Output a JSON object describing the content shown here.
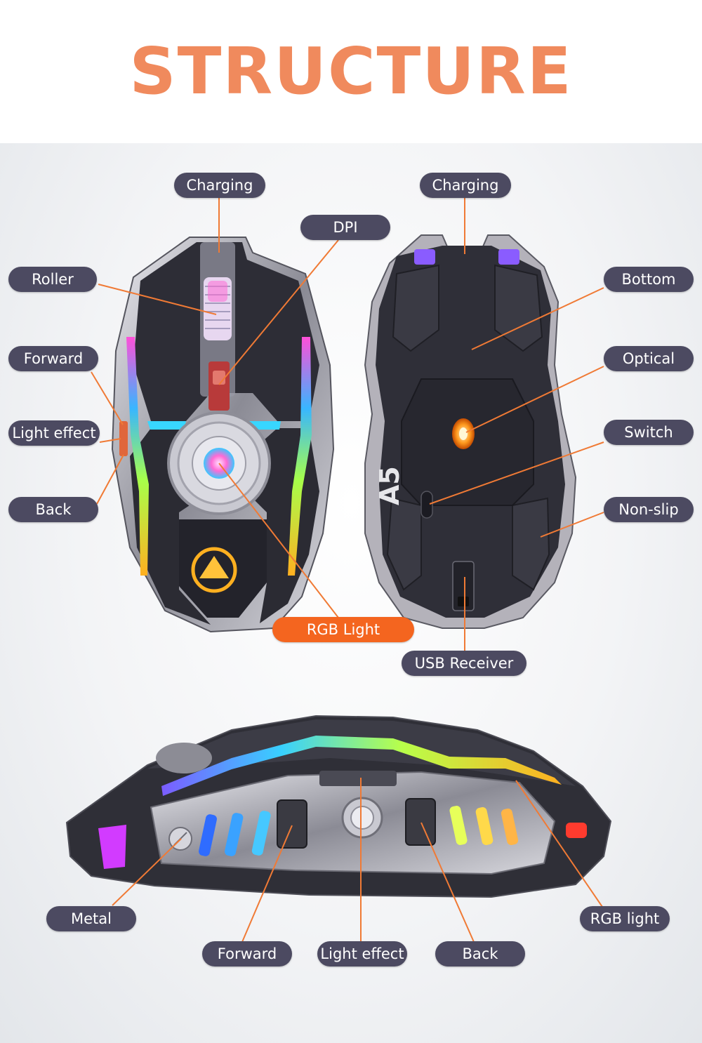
{
  "title": "STRUCTURE",
  "top_view": {
    "labels": {
      "charging": "Charging",
      "dpi": "DPI",
      "roller": "Roller",
      "forward": "Forward",
      "light_effect": "Light effect",
      "back": "Back",
      "rgb_light": "RGB Light"
    }
  },
  "bottom_view": {
    "labels": {
      "charging": "Charging",
      "bottom": "Bottom",
      "optical": "Optical",
      "switch": "Switch",
      "non_slip": "Non-slip",
      "usb_receiver": "USB Receiver"
    },
    "model_text": "A5"
  },
  "side_view": {
    "labels": {
      "metal": "Metal",
      "forward": "Forward",
      "light_effect": "Light effect",
      "back": "Back",
      "rgb_light": "RGB light"
    }
  },
  "colors": {
    "title": "#f08a5d",
    "label_bg": "#4c4a61",
    "label_accent_bg": "#f4651f",
    "leader_line": "#f07a35"
  }
}
